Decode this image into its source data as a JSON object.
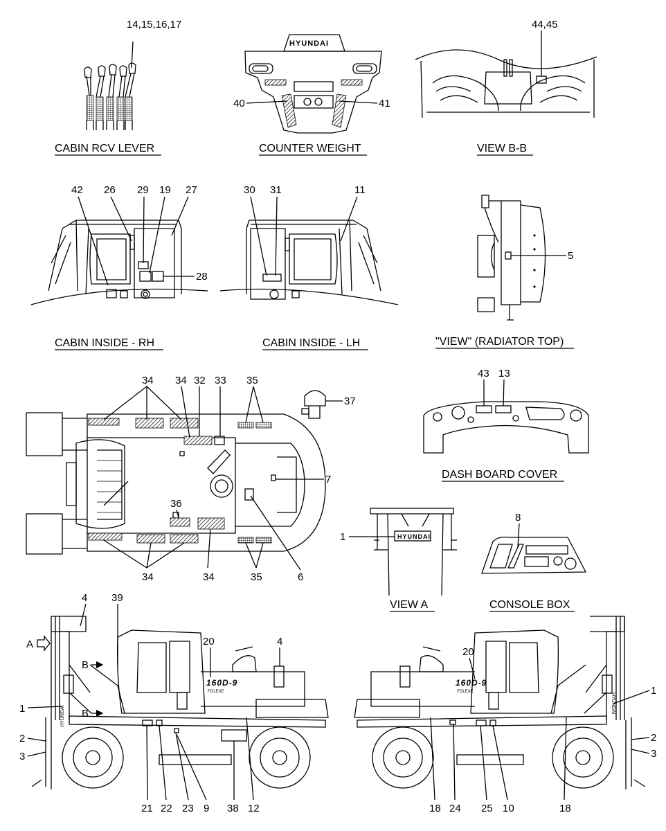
{
  "views": {
    "cabin_rcv_lever": "CABIN RCV LEVER",
    "counter_weight": "COUNTER WEIGHT",
    "view_bb": "VIEW B-B",
    "cabin_inside_rh": "CABIN INSIDE - RH",
    "cabin_inside_lh": "CABIN INSIDE - LH",
    "radiator_top": "\"VIEW\" (RADIATOR TOP)",
    "dash_board_cover": "DASH BOARD COVER",
    "view_a": "VIEW A",
    "console_box": "CONSOLE BOX"
  },
  "brand": {
    "counterweight": "HYUNDAI",
    "view_a": "HYUNDAI",
    "model_left": "160D-9",
    "model_right": "160D-9",
    "sub_left": "FOLEXE",
    "sub_right": "FOLEXE",
    "mast_left": "HYUNDAI",
    "mast_right": "HYUNDAI"
  },
  "callouts": {
    "c14_17": "14,15,16,17",
    "c44_45": "44,45",
    "c40": "40",
    "c41": "41",
    "c42": "42",
    "c26": "26",
    "c29": "29",
    "c19": "19",
    "c27": "27",
    "c28": "28",
    "c30": "30",
    "c31": "31",
    "c11": "11",
    "c5": "5",
    "c34a": "34",
    "c34b": "34",
    "c32": "32",
    "c33": "33",
    "c35a": "35",
    "c37": "37",
    "c43": "43",
    "c13": "13",
    "c7": "7",
    "c36": "36",
    "c34c": "34",
    "c34d": "34",
    "c35b": "35",
    "c6": "6",
    "c1_va": "1",
    "c8": "8",
    "c4_l": "4",
    "c39": "39",
    "c20_l": "20",
    "c4_m": "4",
    "c20_r": "20",
    "cA": "A",
    "cB1": "B",
    "cB2": "B",
    "c1_l": "1",
    "c2_l": "2",
    "c3_l": "3",
    "c1_r": "1",
    "c2_r": "2",
    "c3_r": "3",
    "c21": "21",
    "c22": "22",
    "c23": "23",
    "c9": "9",
    "c38": "38",
    "c12": "12",
    "c18a": "18",
    "c24": "24",
    "c25": "25",
    "c10": "10",
    "c18b": "18"
  }
}
